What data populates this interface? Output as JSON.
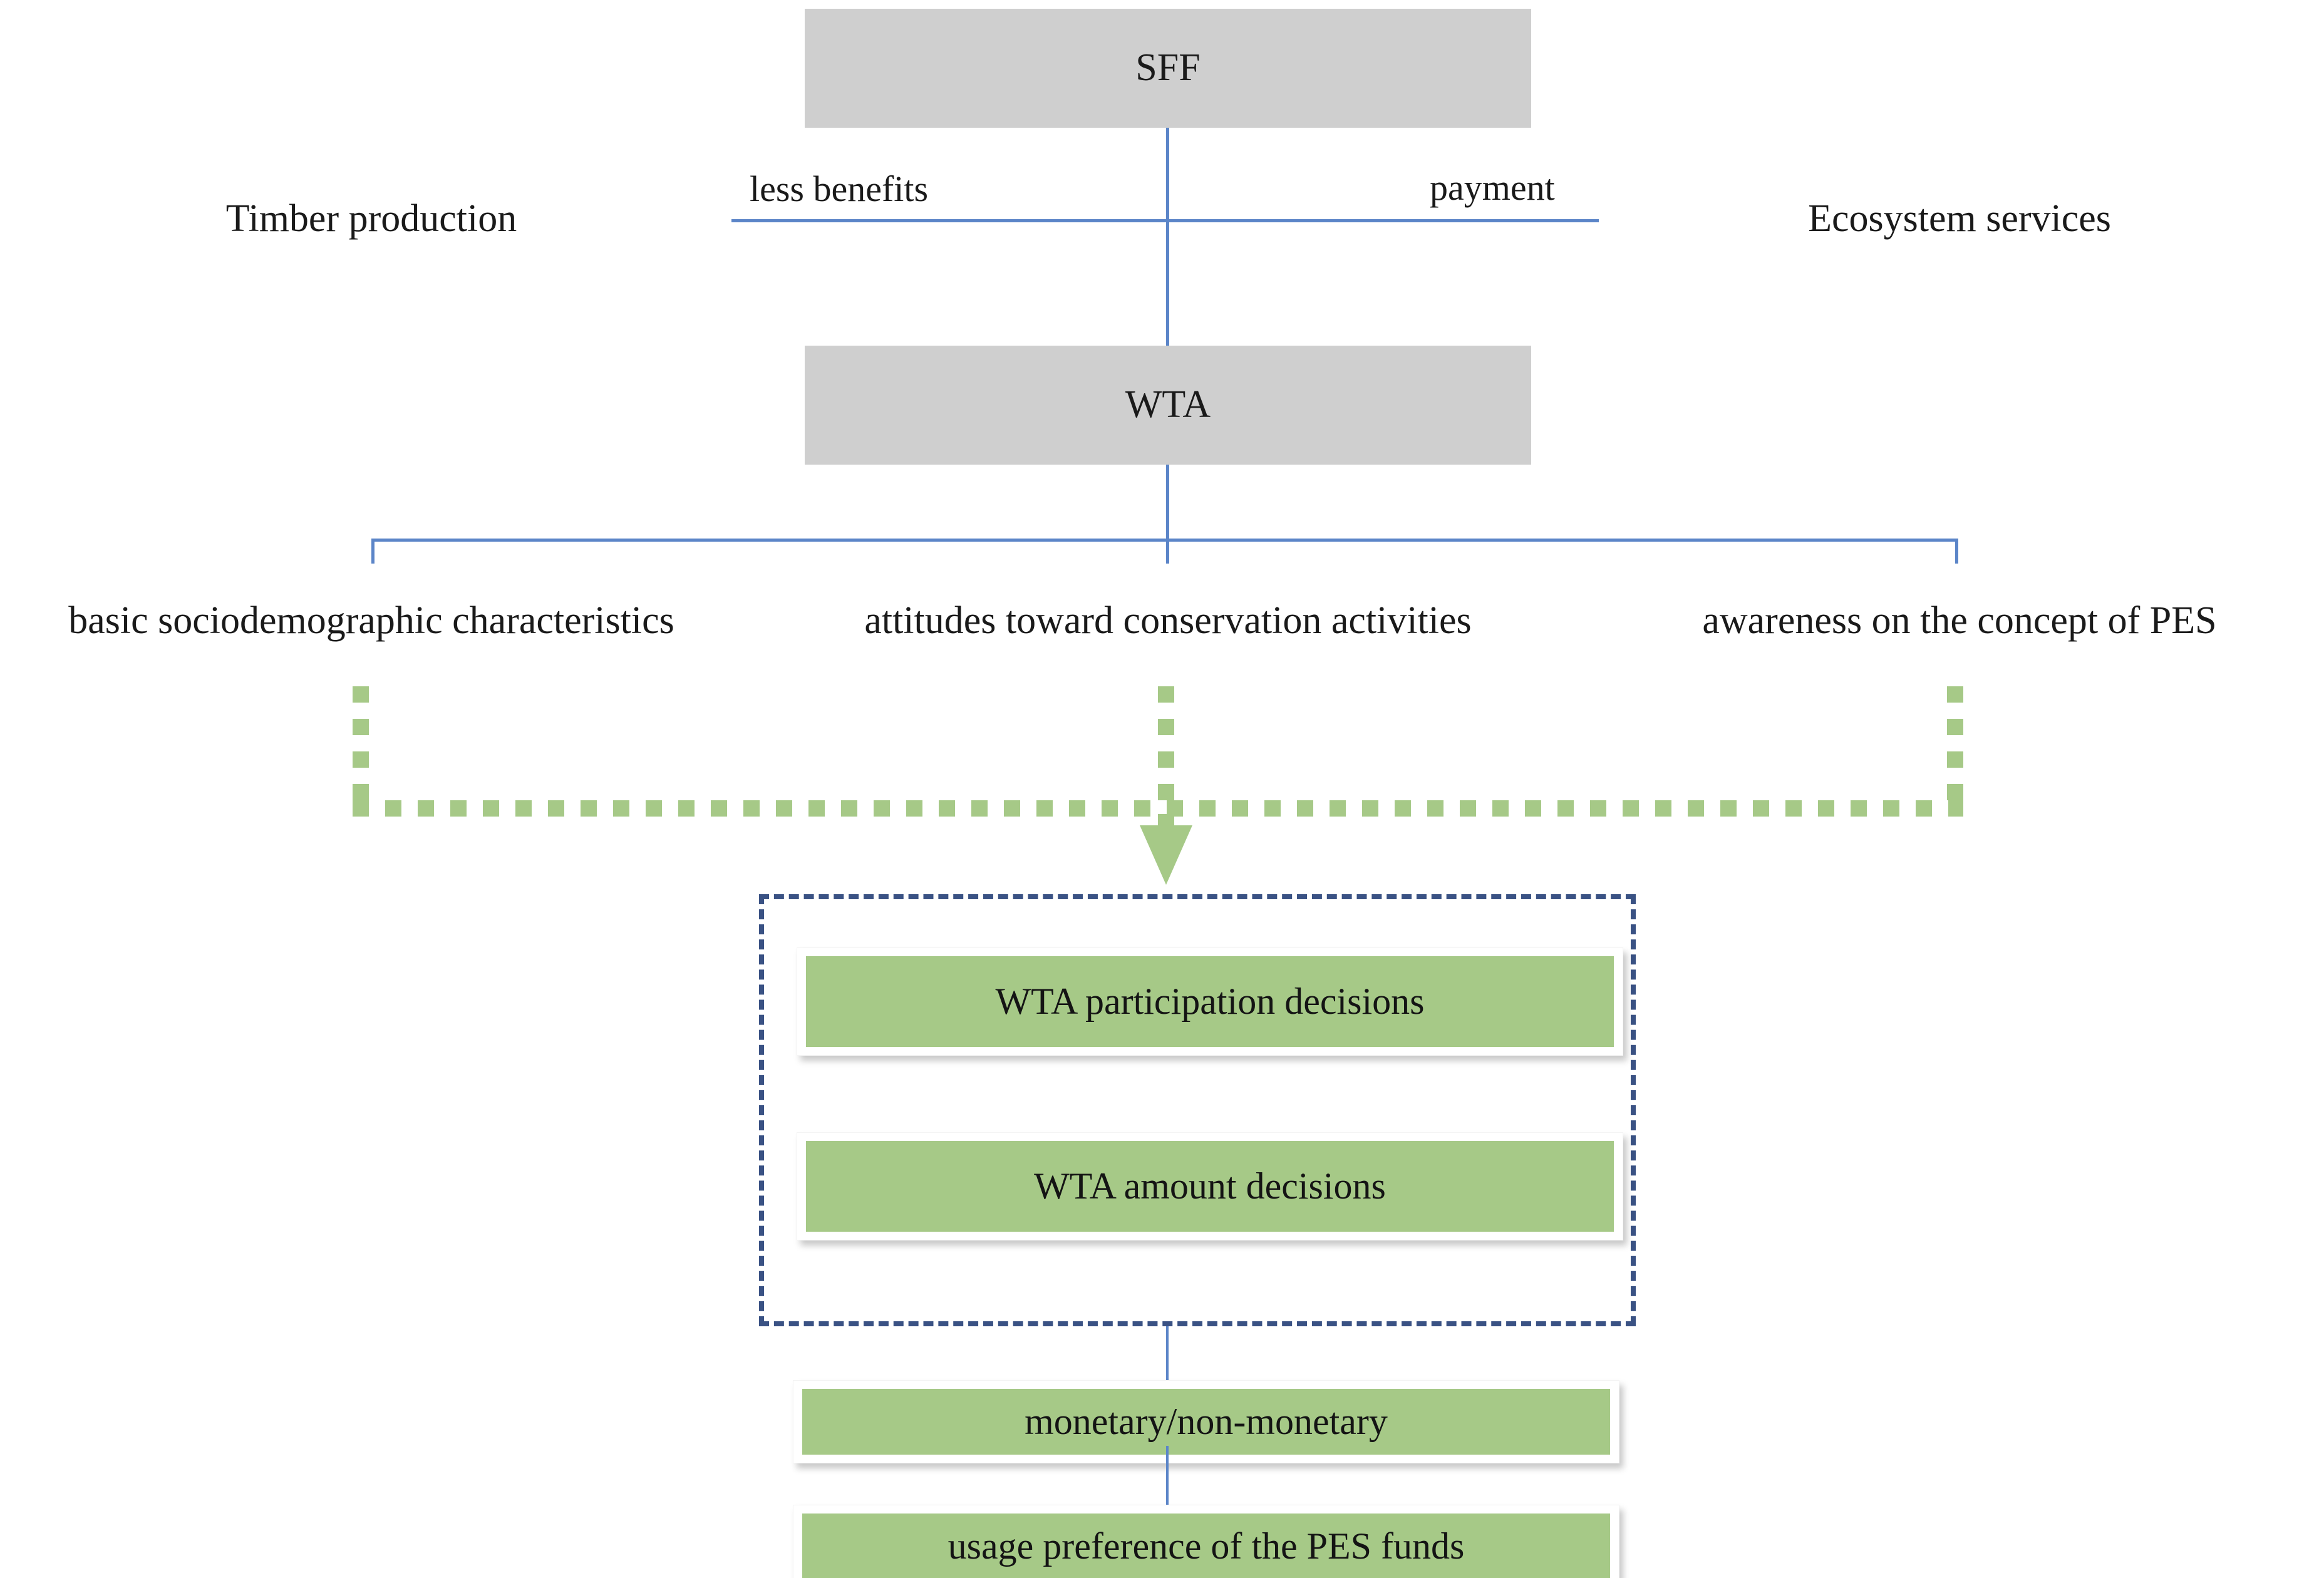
{
  "diagram": {
    "title": "SFF WTA PES conceptual framework",
    "colors": {
      "gray_fill": "#cfcfcf",
      "green_outline": "#79b15b",
      "green_fill": "#a6c987",
      "connector_blue": "#5b85c8",
      "dashed_navy": "#3a5284",
      "text": "#1a1a1a"
    },
    "nodes": {
      "sff": "SFF",
      "timber_production": "Timber production",
      "ecosystem_services": "Ecosystem services",
      "wta": "WTA",
      "sociodemographic": "basic sociodemographic characteristics",
      "attitudes": "attitudes toward conservation activities",
      "awareness": "awareness on the concept of PES",
      "wta_participation": "WTA participation decisions",
      "wta_amount": "WTA amount decisions",
      "monetary": "monetary/non-monetary",
      "usage_preference": "usage preference of the PES funds"
    },
    "edge_labels": {
      "less_benefits": "less benefits",
      "payment": "payment"
    }
  }
}
